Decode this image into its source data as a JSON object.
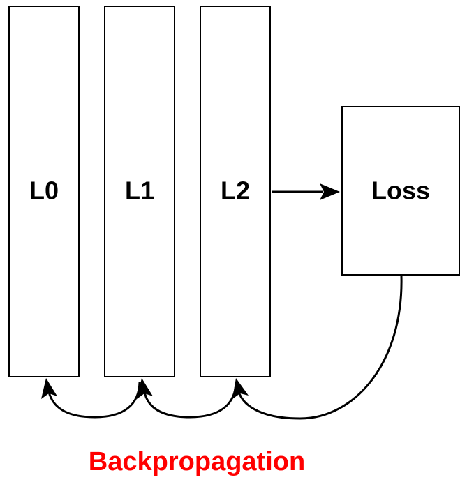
{
  "nodes": {
    "l0": {
      "label": "L0"
    },
    "l1": {
      "label": "L1"
    },
    "l2": {
      "label": "L2"
    },
    "loss": {
      "label": "Loss"
    }
  },
  "caption": "Backpropagation",
  "colors": {
    "caption": "#ff0000",
    "stroke": "#000000",
    "fill": "#ffffff"
  }
}
